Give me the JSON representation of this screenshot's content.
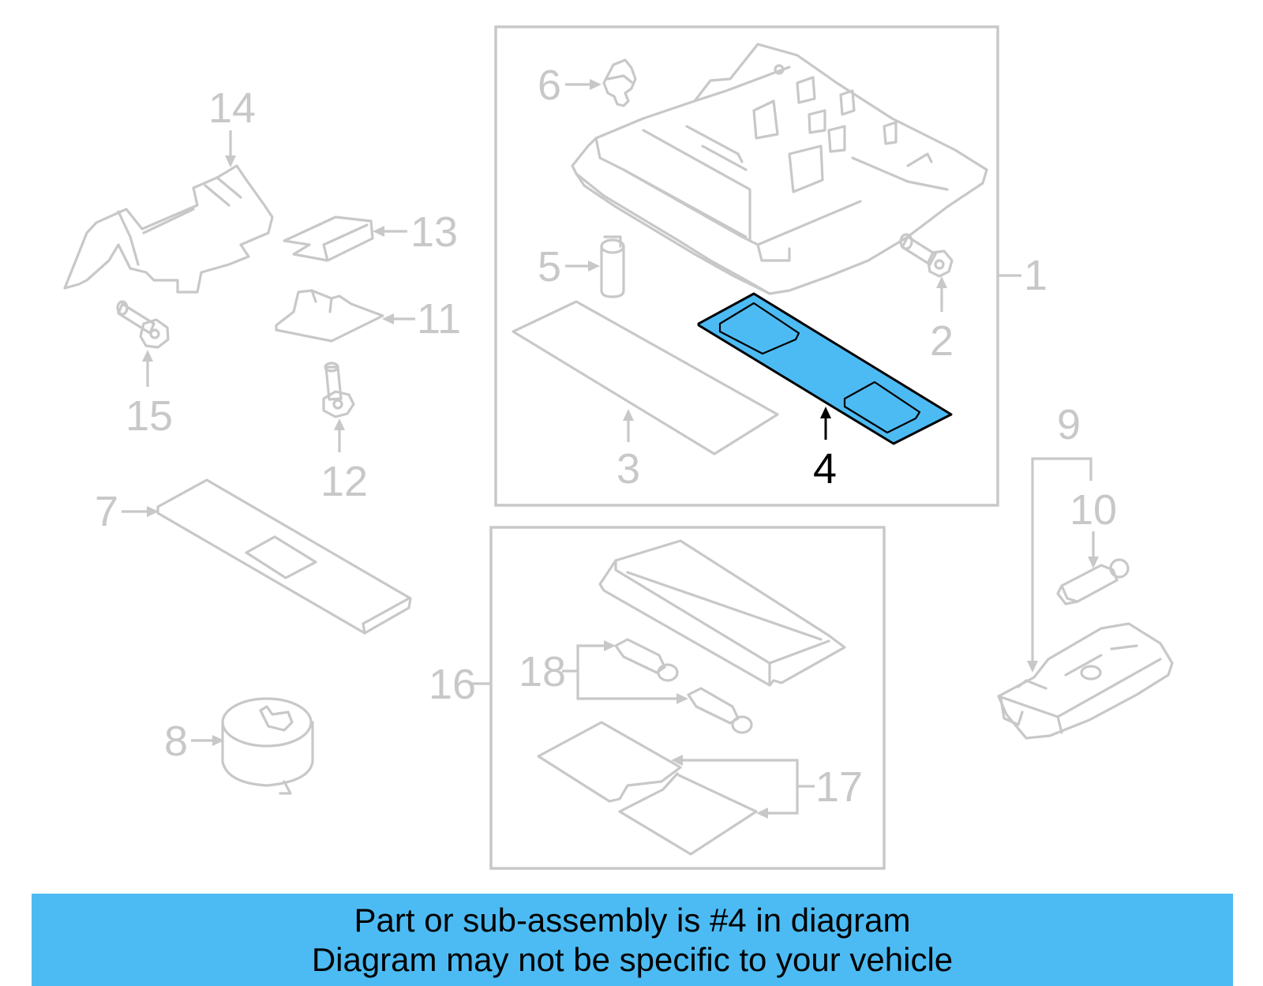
{
  "diagram": {
    "callouts": [
      "1",
      "2",
      "3",
      "4",
      "5",
      "6",
      "7",
      "8",
      "9",
      "10",
      "11",
      "12",
      "13",
      "14",
      "15",
      "16",
      "17",
      "18"
    ],
    "highlighted_part": "4"
  },
  "banner": {
    "line1": "Part or sub-assembly is #4 in diagram",
    "line2": "Diagram may not be specific to your vehicle"
  },
  "colors": {
    "highlight": "#4dbbf3",
    "line_gray": "#c8c8c8",
    "banner_bg": "#4dbbf3"
  }
}
